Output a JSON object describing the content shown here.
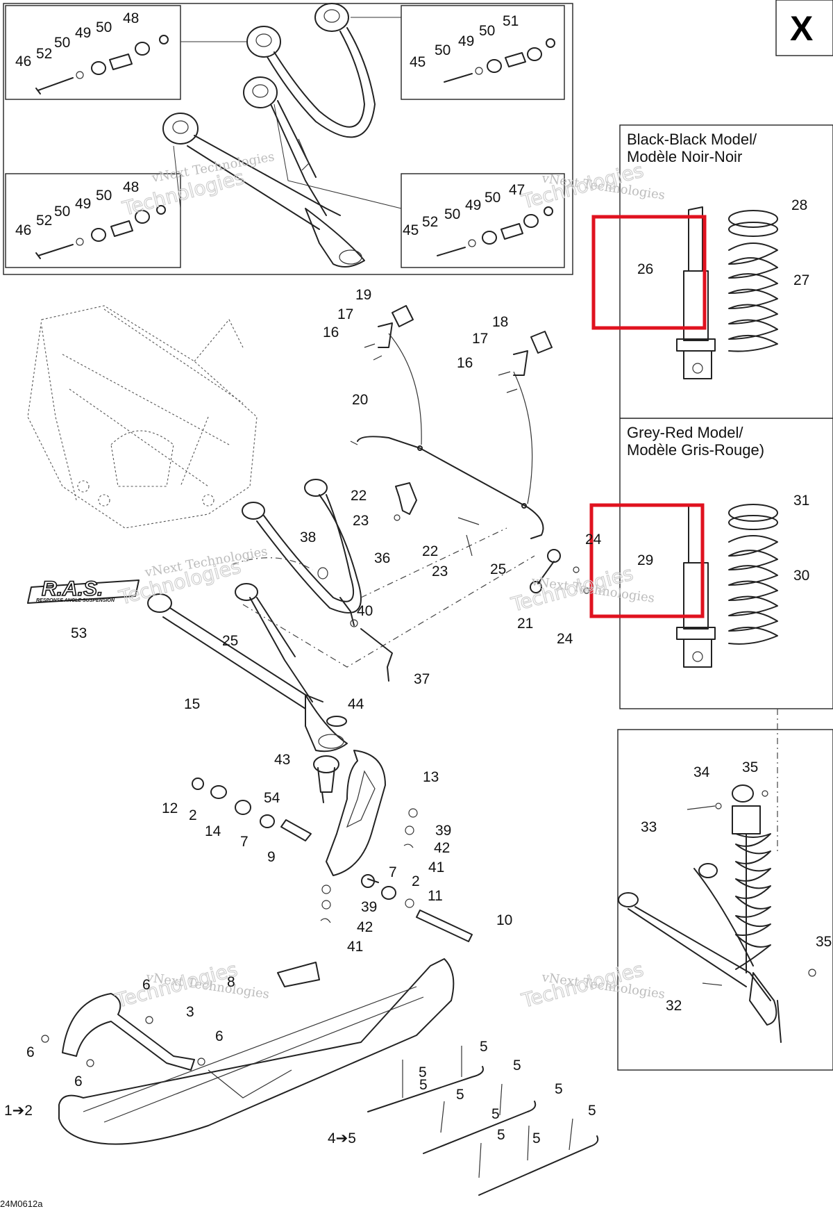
{
  "page": {
    "section_letter": "X",
    "drawing_ref": "24M0612a"
  },
  "models": {
    "black": {
      "line1": "Black-Black Model/",
      "line2": "Modèle Noir-Noir"
    },
    "grey": {
      "line1": "Grey-Red Model/",
      "line2": "Modèle Gris-Rouge)"
    }
  },
  "logo": {
    "brand": "R.A.S.",
    "tagline": "RESPONSE ANGLE SUSPENSION"
  },
  "watermark": {
    "line1": "vNext Technologies",
    "line2": "Technologies"
  },
  "callouts": [
    "48",
    "50",
    "49",
    "50",
    "52",
    "46",
    "51",
    "50",
    "49",
    "50",
    "45",
    "48",
    "50",
    "49",
    "50",
    "52",
    "46",
    "47",
    "50",
    "49",
    "50",
    "52",
    "45",
    "28",
    "26",
    "27",
    "31",
    "29",
    "30",
    "19",
    "17",
    "16",
    "18",
    "17",
    "16",
    "20",
    "22",
    "23",
    "22",
    "23",
    "25",
    "24",
    "21",
    "24",
    "38",
    "36",
    "40",
    "53",
    "25",
    "37",
    "15",
    "44",
    "43",
    "13",
    "12",
    "2",
    "14",
    "54",
    "7",
    "9",
    "39",
    "42",
    "41",
    "7",
    "2",
    "11",
    "39",
    "42",
    "41",
    "10",
    "34",
    "35",
    "33",
    "35",
    "32",
    "6",
    "8",
    "3",
    "6",
    "6",
    "6",
    "5",
    "5",
    "5",
    "5",
    "5",
    "5",
    "5",
    "5",
    "5",
    "5",
    "1➔2",
    "4➔5"
  ]
}
